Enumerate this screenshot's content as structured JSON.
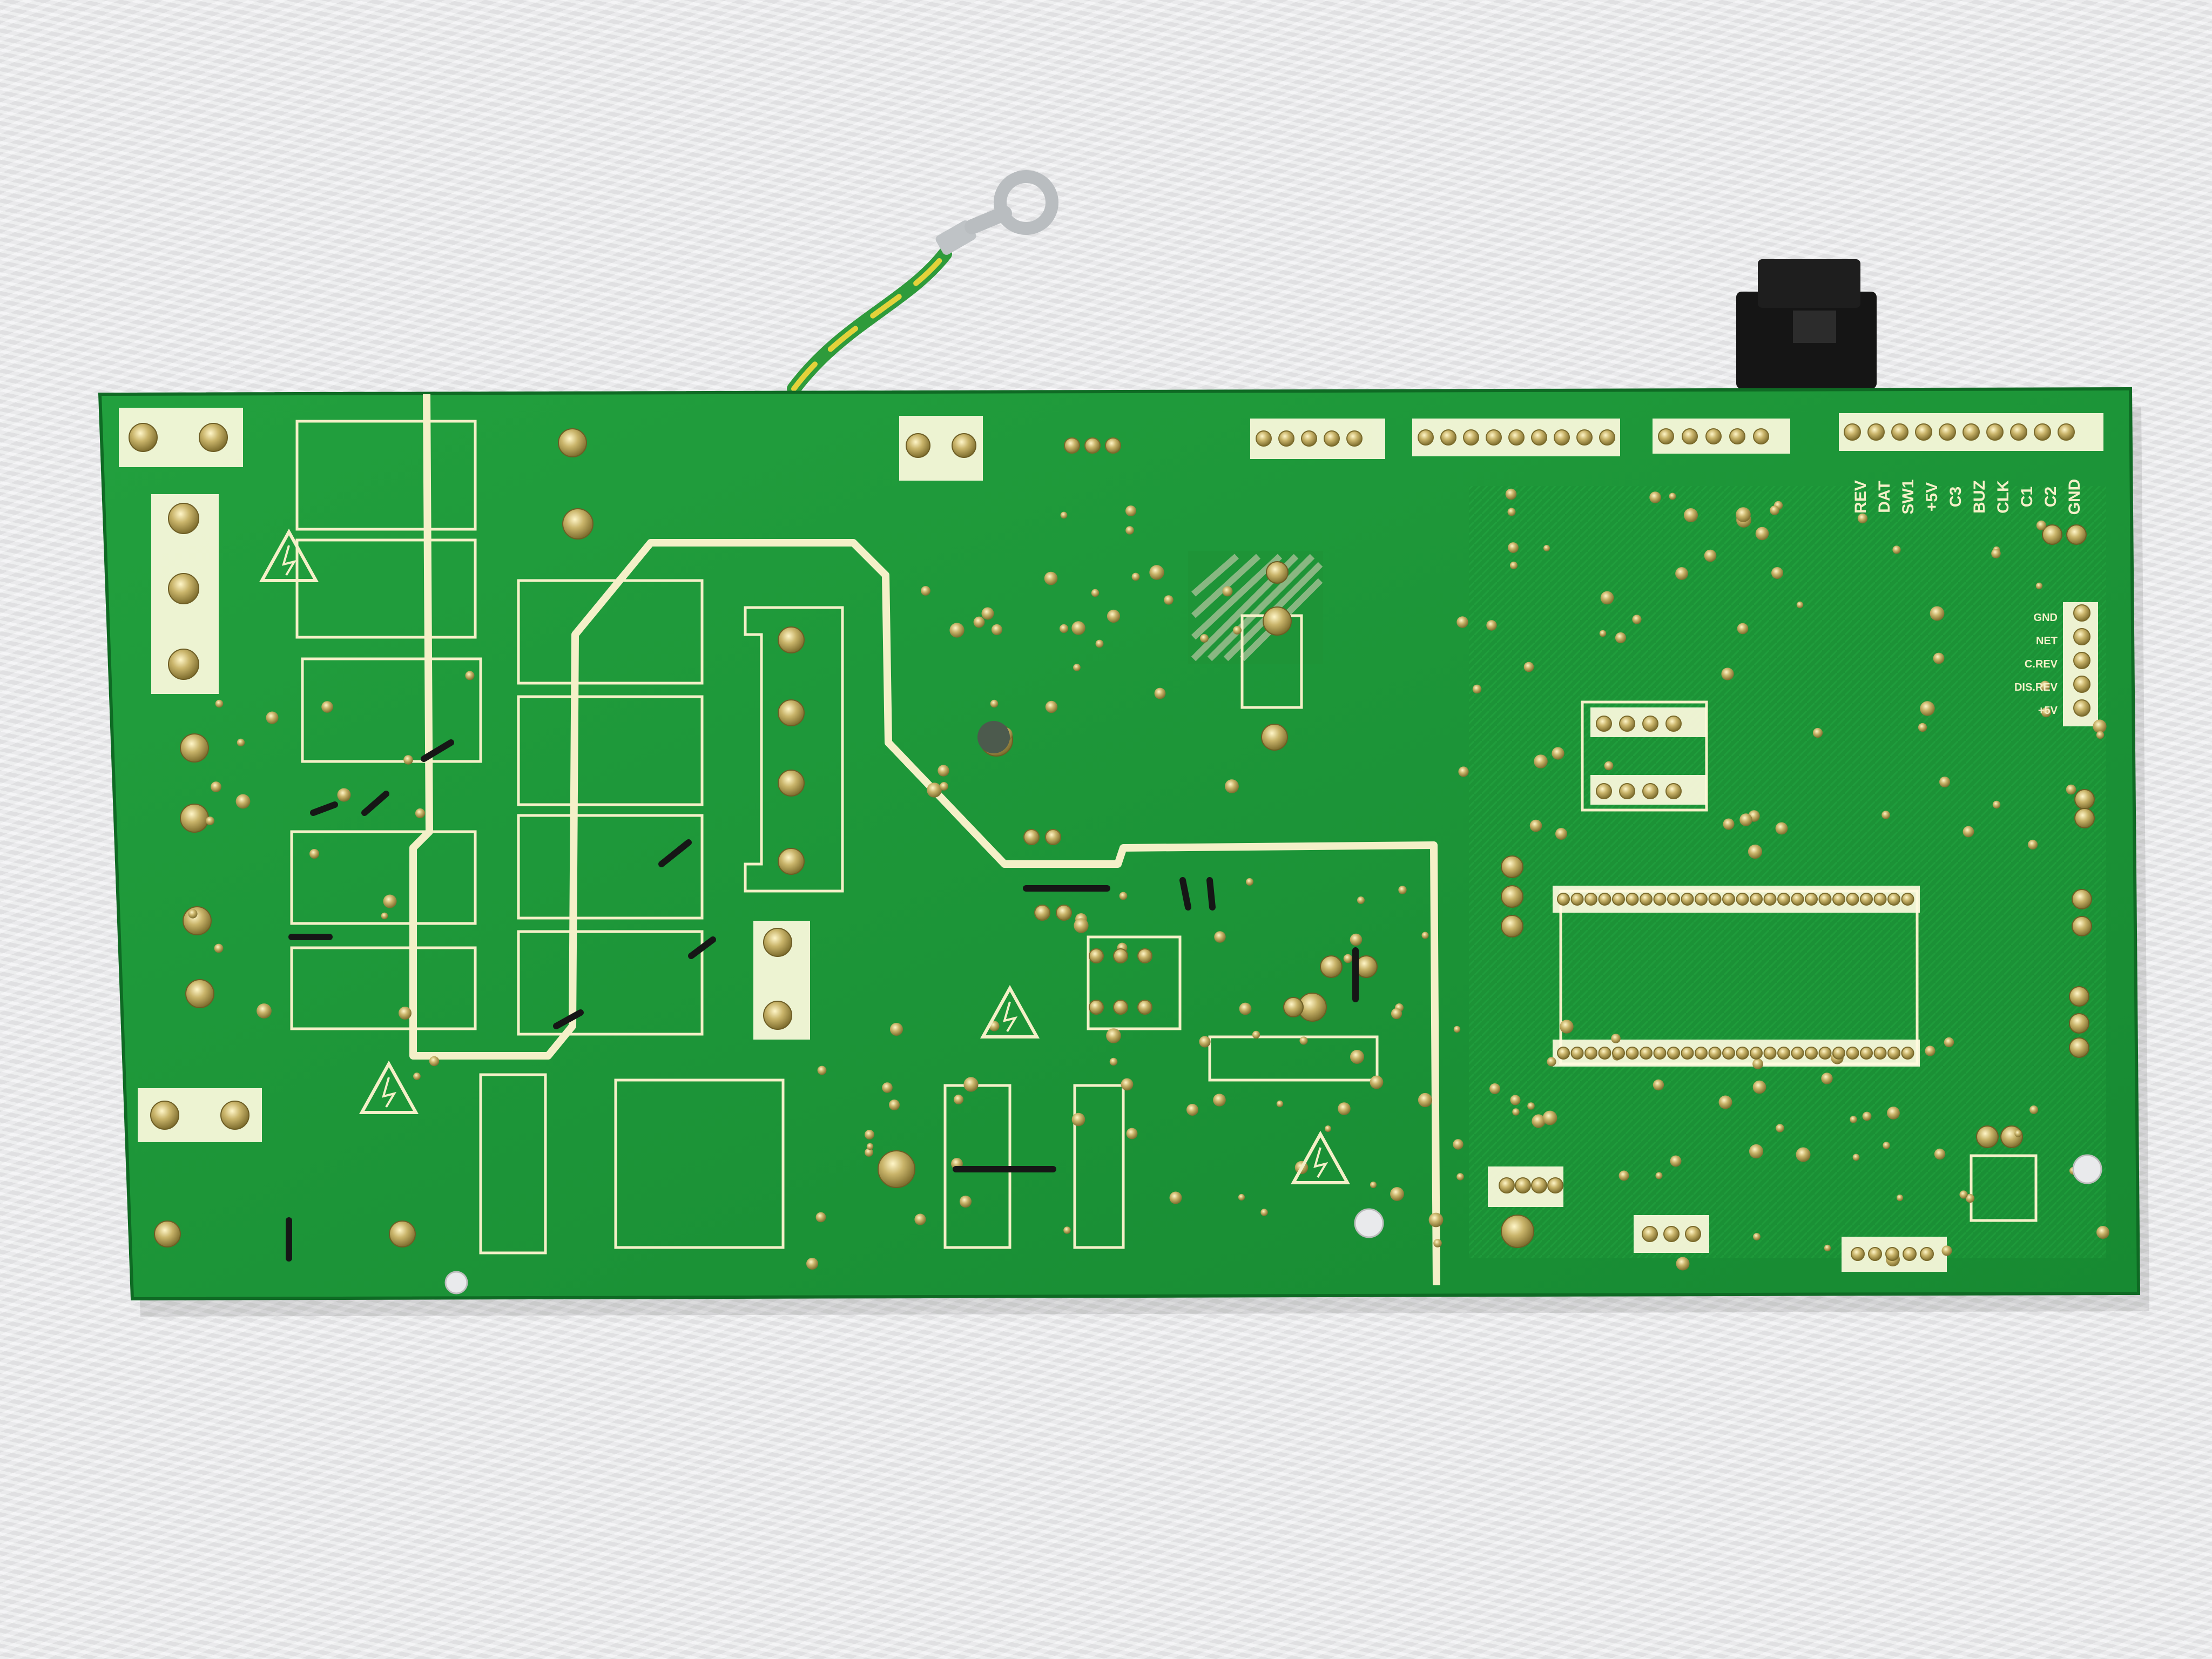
{
  "photo": {
    "subject": "pcb",
    "colors": {
      "background": "#e9eaec",
      "board": "#1f9a3a",
      "board_dark": "#15802c",
      "silkscreen": "#f4f0c8",
      "solder": "#c9b46a",
      "pad_highlight": "#fffbe0",
      "wire_green": "#2e9b3b",
      "wire_yellow": "#e3d23a",
      "connector": "#151515"
    }
  },
  "silkscreen": {
    "top_header_pins": [
      "REV",
      "DAT",
      "SW1",
      "+5V",
      "C3",
      "BUZ",
      "CLK",
      "C1",
      "C2",
      "GND"
    ],
    "right_header_pins": [
      "GND",
      "NET",
      "C.REV",
      "DIS.REV",
      "+5V"
    ]
  },
  "icons": {
    "high_voltage": "high-voltage-warning-icon"
  }
}
